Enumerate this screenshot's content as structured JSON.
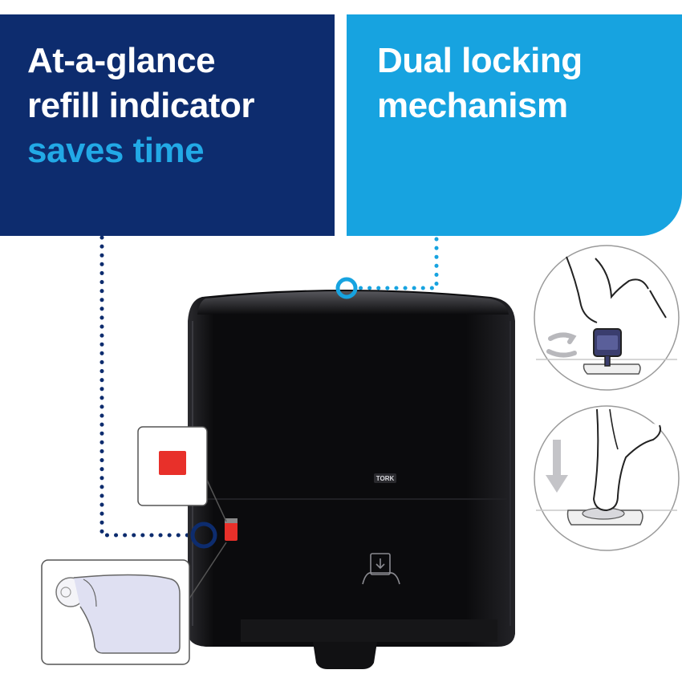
{
  "left_panel": {
    "line1": "At-a-glance",
    "line2": "refill indicator",
    "line3": "saves time"
  },
  "right_panel": {
    "line1": "Dual locking",
    "line2": "mechanism"
  },
  "dispenser": {
    "brand_label": "TORK"
  },
  "colors": {
    "navy": "#0d2c6e",
    "sky_blue": "#17a3e0",
    "accent_text": "#22a9e6",
    "refill_red": "#e8302a",
    "dispenser_black": "#0b0b0d"
  }
}
